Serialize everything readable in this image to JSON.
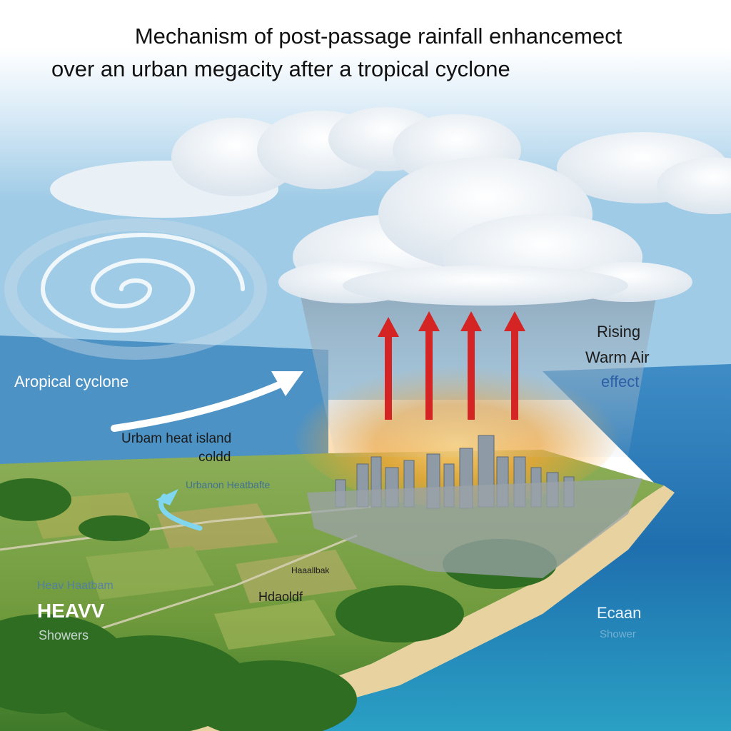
{
  "title": {
    "line1": "Mechanism of post-passage rainfall enhancemect",
    "line2": "over an urban megacity after a tropical cyclone"
  },
  "labels": {
    "rising": "Rising",
    "warm_air": "Warm Air",
    "effect": "effect",
    "tropical_cyclone": "Aropical cyclone",
    "urban_heat_island": "Urbam heat island",
    "coldd": "coldd",
    "urban_garbled": "Urbanon Heatbafte",
    "heavy": "HEAVV",
    "heavy_sub": "Heav Haatbam",
    "showers": "Showers",
    "hdaoldf": "Hdaoldf",
    "rural_small": "Haaallbak",
    "ecaan": "Ecaan",
    "ocean_faint": "Shower"
  },
  "colors": {
    "sky_top": "#ffffff",
    "sky_mid": "#b7d8ee",
    "sea": "#1f6fae",
    "land": "#6f9a3c",
    "forest": "#2f6d22",
    "beach": "#e8d3a0",
    "updraft_arrow": "#d42424",
    "inflow_arrow": "#ffffff",
    "cool_arrow": "#7fd6ee",
    "heat_glow": "#f7a531",
    "label_dark": "#1b1b1b",
    "label_blue": "#2c5fa8",
    "label_white": "#ffffff"
  },
  "icons": {
    "cyclone": "spiral-cyclone-icon",
    "updraft": "up-arrow-icon",
    "inflow": "curved-arrow-icon"
  }
}
